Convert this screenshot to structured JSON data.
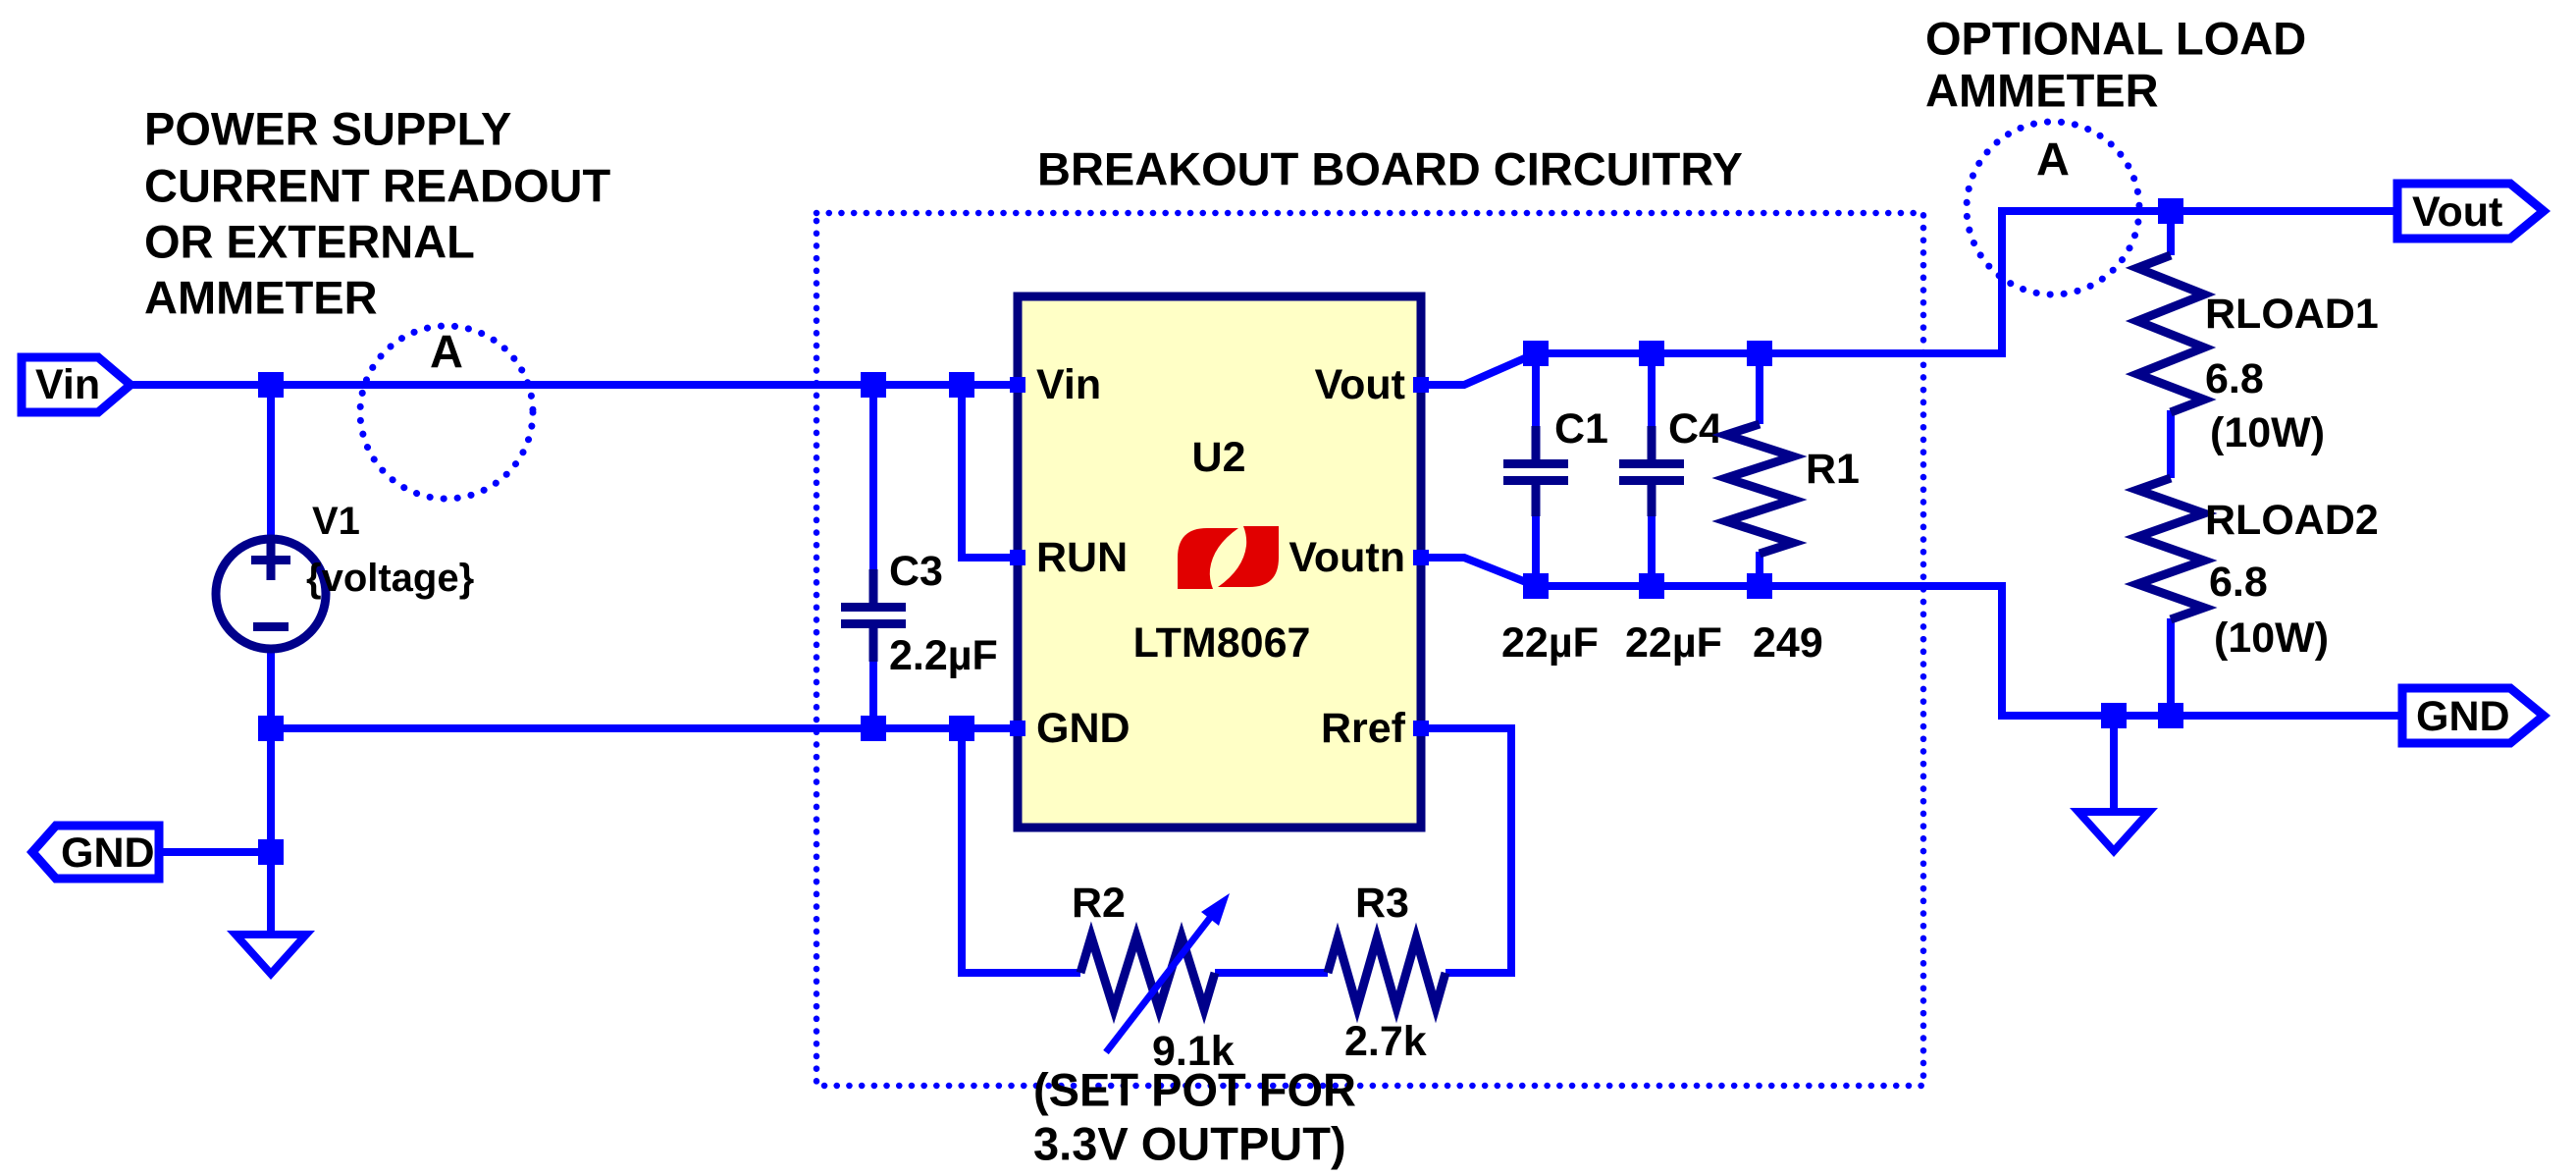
{
  "colors": {
    "background": "#FFFFFF",
    "wire": "#0000FF",
    "component_symbol": "#00008B",
    "chip_fill": "#FFFFC6",
    "chip_border": "#000080",
    "text": "#000000",
    "logo_red": "#E10000"
  },
  "notes": {
    "power_supply": [
      "POWER SUPPLY",
      "CURRENT READOUT",
      "OR EXTERNAL",
      "AMMETER"
    ],
    "breakout_title": "BREAKOUT BOARD CIRCUITRY",
    "optional_load": [
      "OPTIONAL LOAD",
      "AMMETER"
    ],
    "set_pot": [
      "(SET POT FOR",
      "3.3V OUTPUT)"
    ]
  },
  "ports": {
    "vin": "Vin",
    "gnd_left": "GND",
    "vout": "Vout",
    "gnd_right": "GND"
  },
  "ammeters": {
    "supply": "A",
    "load": "A"
  },
  "source": {
    "ref": "V1",
    "value": "{voltage}"
  },
  "chip": {
    "ref": "U2",
    "part": "LTM8067",
    "pins": {
      "vin": "Vin",
      "run": "RUN",
      "gnd": "GND",
      "vout": "Vout",
      "voutn": "Voutn",
      "rref": "Rref"
    }
  },
  "components": {
    "c3": {
      "ref": "C3",
      "value": "2.2µF"
    },
    "c1": {
      "ref": "C1",
      "value": "22µF"
    },
    "c4": {
      "ref": "C4",
      "value": "22µF"
    },
    "r1": {
      "ref": "R1",
      "value": "249"
    },
    "r2": {
      "ref": "R2",
      "value": "9.1k"
    },
    "r3": {
      "ref": "R3",
      "value": "2.7k"
    },
    "rload1": {
      "ref": "RLOAD1",
      "value": "6.8",
      "power": "(10W)"
    },
    "rload2": {
      "ref": "RLOAD2",
      "value": "6.8",
      "power": "(10W)"
    }
  }
}
